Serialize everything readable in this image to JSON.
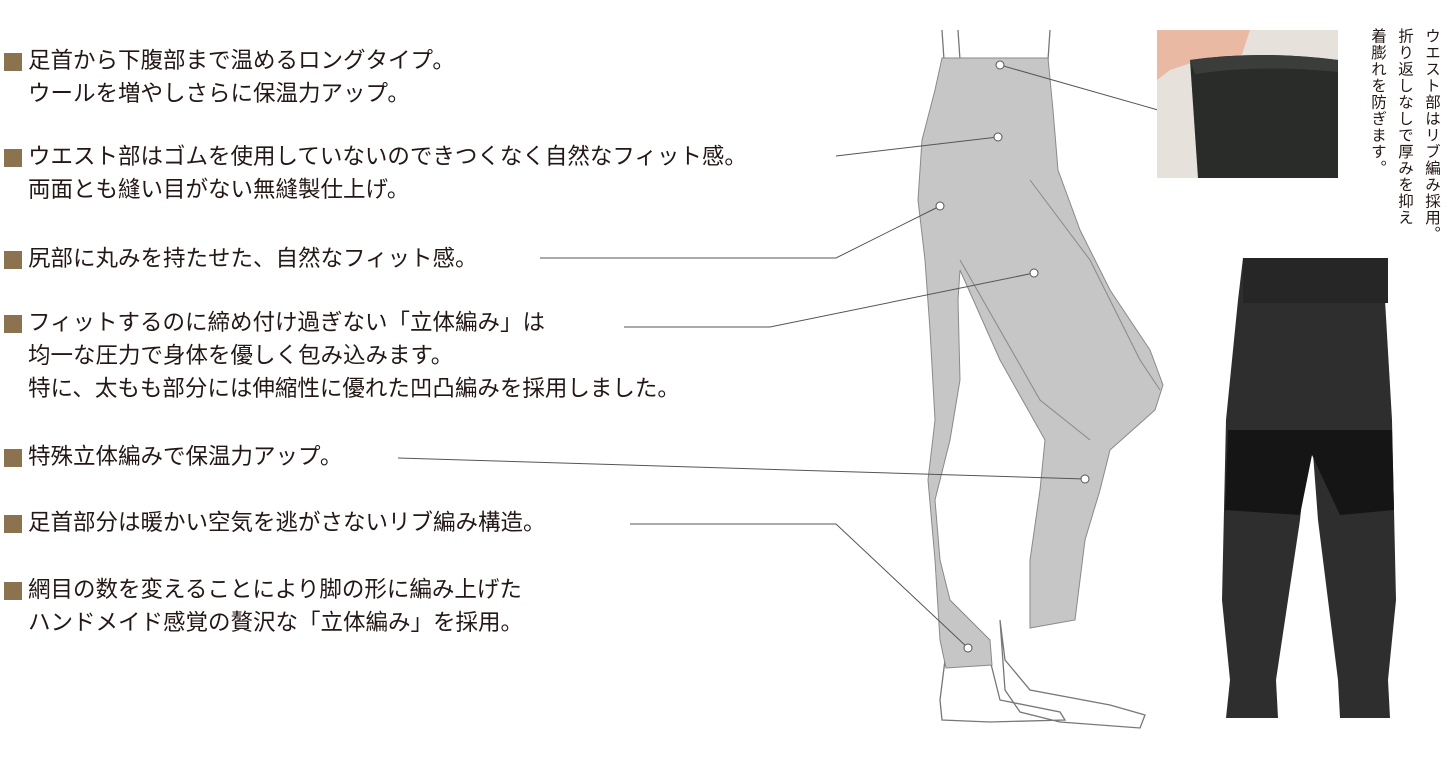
{
  "features": [
    {
      "lines": [
        "足首から下腹部まで温めるロングタイプ。",
        "ウールを増やしさらに保温力アップ。"
      ]
    },
    {
      "lines": [
        "ウエスト部はゴムを使用していないのできつくなく自然なフィット感。",
        "両面とも縫い目がない無縫製仕上げ。"
      ]
    },
    {
      "lines": [
        "尻部に丸みを持たせた、自然なフィット感。"
      ]
    },
    {
      "lines": [
        "フィットするのに締め付け過ぎない「立体編み」は",
        "均一な圧力で身体を優しく包み込みます。",
        "特に、太もも部分には伸縮性に優れた凹凸編みを採用しました。"
      ]
    },
    {
      "lines": [
        "特殊立体編みで保温力アップ。"
      ]
    },
    {
      "lines": [
        "足首部分は暖かい空気を逃がさないリブ編み構造。"
      ]
    },
    {
      "lines": [
        "網目の数を変えることにより脚の形に編み上げた",
        "ハンドメイド感覚の贅沢な「立体編み」を採用。"
      ]
    }
  ],
  "waist_note": {
    "lines": [
      "ウエスト部はリブ編み採用。",
      "折り返しなしで厚みを抑え",
      "着膨れを防ぎます。"
    ]
  },
  "colors": {
    "bullet": "#8c7350",
    "leg": "#c8c8c8",
    "garment": "#2b2b2b"
  }
}
